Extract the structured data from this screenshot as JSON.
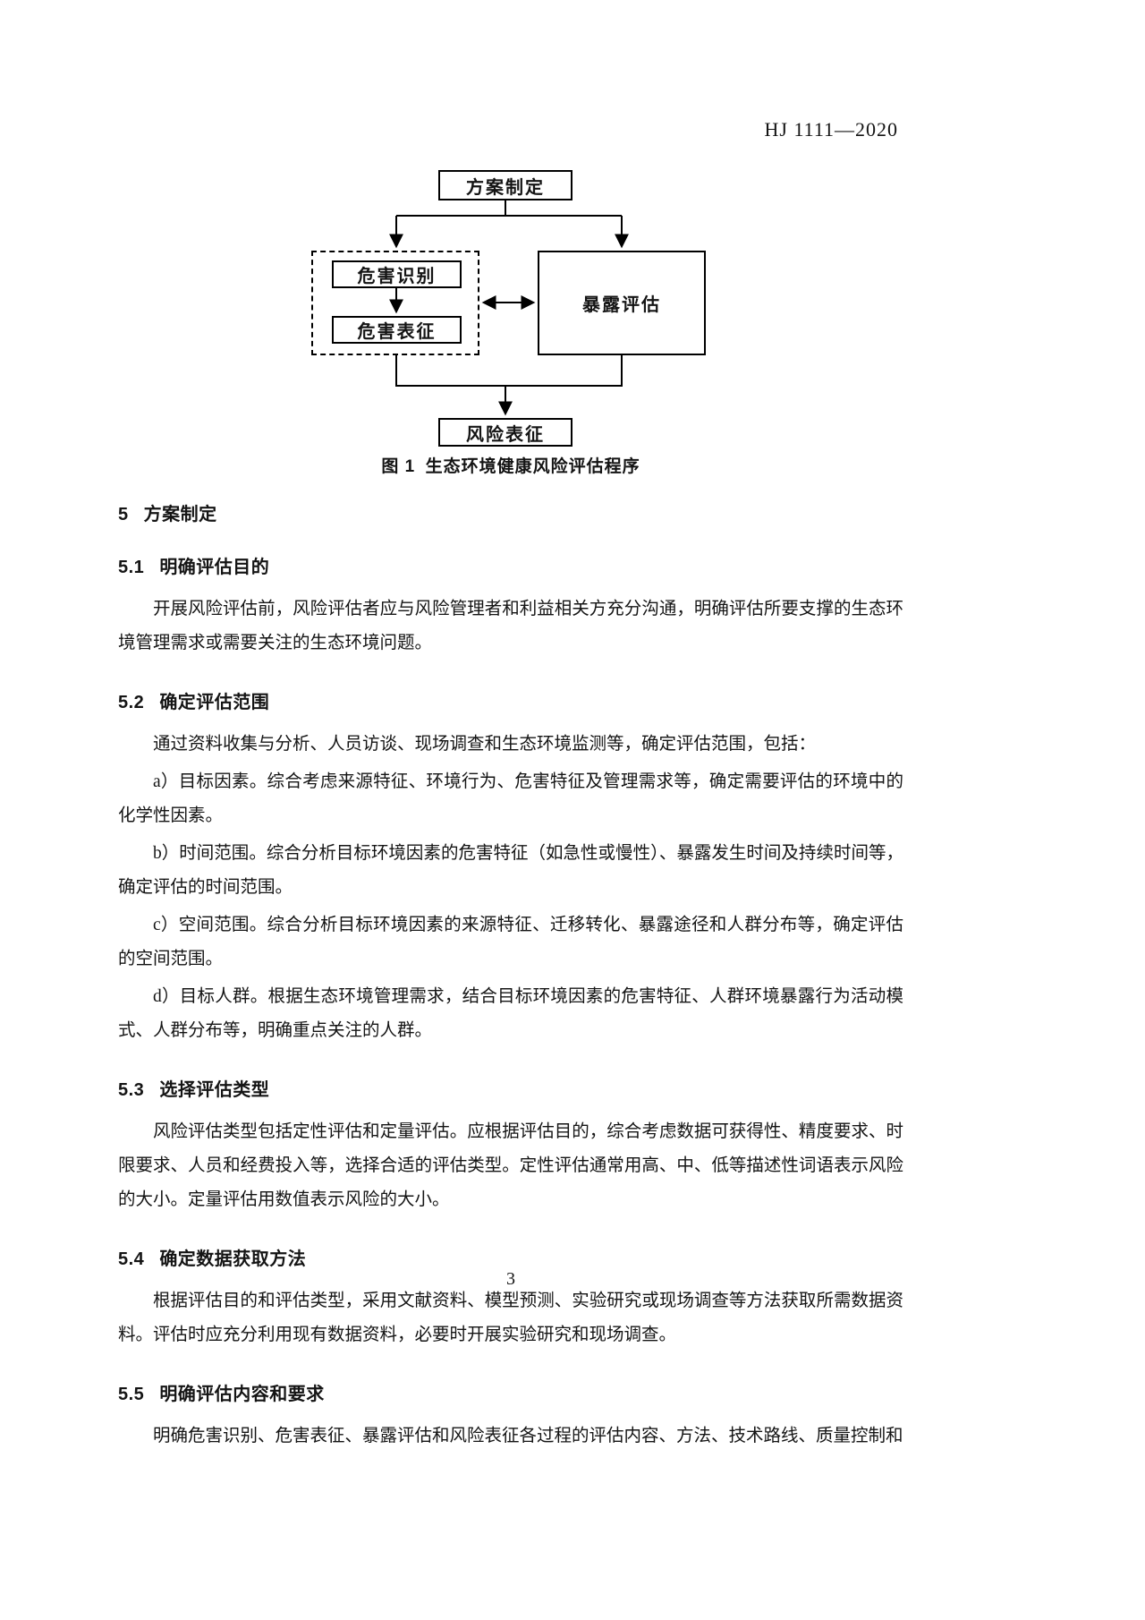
{
  "header": {
    "doc_code": "HJ 1111—2020"
  },
  "figure": {
    "caption_label": "图 1",
    "caption_text": "生态环境健康风险评估程序",
    "nodes": {
      "plan": "方案制定",
      "hazard_identification": "危害识别",
      "hazard_characterization": "危害表征",
      "exposure_assessment": "暴露评估",
      "risk_characterization": "风险表征"
    }
  },
  "sections": [
    {
      "id": "5",
      "title": "方案制定",
      "paragraphs": []
    },
    {
      "id": "5.1",
      "title": "明确评估目的",
      "paragraphs": [
        "开展风险评估前，风险评估者应与风险管理者和利益相关方充分沟通，明确评估所要支撑的生态环境管理需求或需要关注的生态环境问题。"
      ]
    },
    {
      "id": "5.2",
      "title": "确定评估范围",
      "paragraphs": [
        "通过资料收集与分析、人员访谈、现场调查和生态环境监测等，确定评估范围，包括：",
        "a）目标因素。综合考虑来源特征、环境行为、危害特征及管理需求等，确定需要评估的环境中的化学性因素。",
        "b）时间范围。综合分析目标环境因素的危害特征（如急性或慢性）、暴露发生时间及持续时间等，确定评估的时间范围。",
        "c）空间范围。综合分析目标环境因素的来源特征、迁移转化、暴露途径和人群分布等，确定评估的空间范围。",
        "d）目标人群。根据生态环境管理需求，结合目标环境因素的危害特征、人群环境暴露行为活动模式、人群分布等，明确重点关注的人群。"
      ]
    },
    {
      "id": "5.3",
      "title": "选择评估类型",
      "paragraphs": [
        "风险评估类型包括定性评估和定量评估。应根据评估目的，综合考虑数据可获得性、精度要求、时限要求、人员和经费投入等，选择合适的评估类型。定性评估通常用高、中、低等描述性词语表示风险的大小。定量评估用数值表示风险的大小。"
      ]
    },
    {
      "id": "5.4",
      "title": "确定数据获取方法",
      "paragraphs": [
        "根据评估目的和评估类型，采用文献资料、模型预测、实验研究或现场调查等方法获取所需数据资料。评估时应充分利用现有数据资料，必要时开展实验研究和现场调查。"
      ]
    },
    {
      "id": "5.5",
      "title": "明确评估内容和要求",
      "paragraphs": [
        "明确危害识别、危害表征、暴露评估和风险表征各过程的评估内容、方法、技术路线、质量控制和"
      ]
    }
  ],
  "footer": {
    "page_number": "3"
  }
}
